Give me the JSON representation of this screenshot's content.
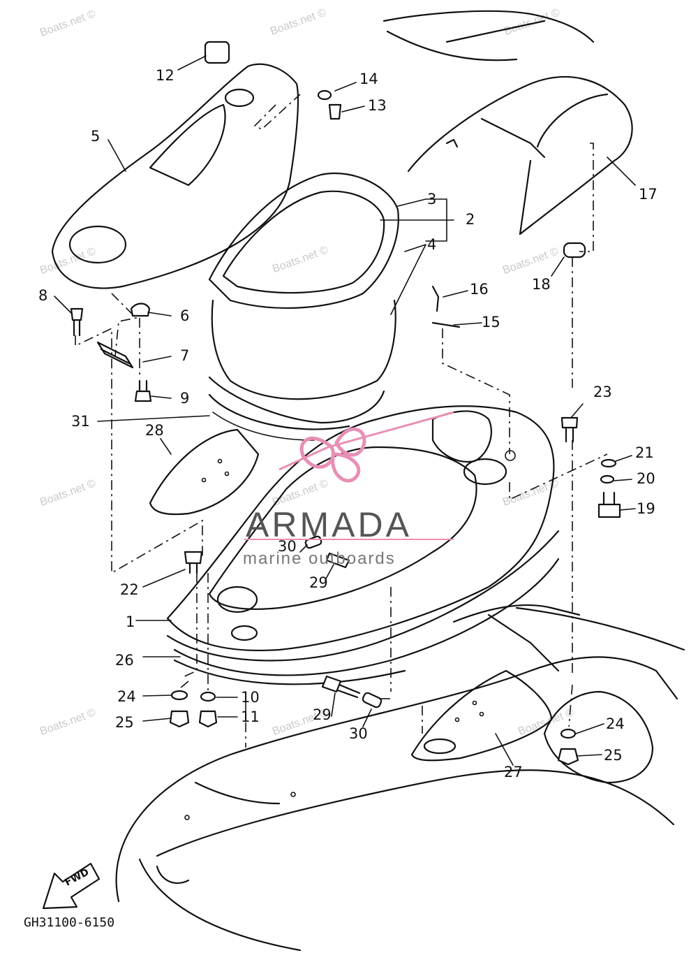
{
  "diagram": {
    "part_code": "GH31100-6150",
    "direction_label": "FWD",
    "watermark_text": "Boats.net ©",
    "logo": {
      "name": "ARMADA",
      "tagline": "marine outboards",
      "accent_color": "#e88fb5"
    },
    "callouts": {
      "c12": "12",
      "c14": "14",
      "c13": "13",
      "c5": "5",
      "c3": "3",
      "c2": "2",
      "c4": "4",
      "c17": "17",
      "c16": "16",
      "c15": "15",
      "c18": "18",
      "c8": "8",
      "c6": "6",
      "c7": "7",
      "c9": "9",
      "c31": "31",
      "c28": "28",
      "c23": "23",
      "c21": "21",
      "c20": "20",
      "c19": "19",
      "c30a": "30",
      "c29a": "29",
      "c22": "22",
      "c1": "1",
      "c26": "26",
      "c24a": "24",
      "c10": "10",
      "c25a": "25",
      "c11": "11",
      "c29b": "29",
      "c30b": "30",
      "c27": "27",
      "c24b": "24",
      "c25b": "25"
    }
  }
}
